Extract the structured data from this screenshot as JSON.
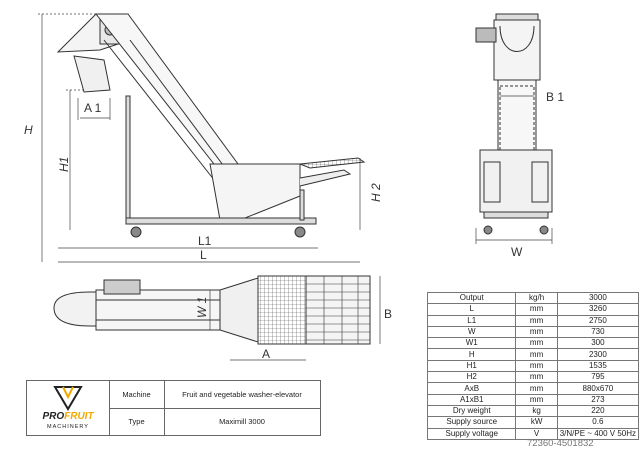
{
  "dimension_labels": {
    "H": "H",
    "H1": "H1",
    "A1": "A 1",
    "L1": "L1",
    "L": "L",
    "B1": "B 1",
    "H2": "H 2",
    "W": "W",
    "W1": "W 1",
    "A": "A",
    "B": "B"
  },
  "specs": {
    "rows": [
      {
        "param": "Output",
        "unit": "kg/h",
        "value": "3000"
      },
      {
        "param": "L",
        "unit": "mm",
        "value": "3260"
      },
      {
        "param": "L1",
        "unit": "mm",
        "value": "2750"
      },
      {
        "param": "W",
        "unit": "mm",
        "value": "730"
      },
      {
        "param": "W1",
        "unit": "mm",
        "value": "300"
      },
      {
        "param": "H",
        "unit": "mm",
        "value": "2300"
      },
      {
        "param": "H1",
        "unit": "mm",
        "value": "1535"
      },
      {
        "param": "H2",
        "unit": "mm",
        "value": "795"
      },
      {
        "param": "AxB",
        "unit": "mm",
        "value": "880x670"
      },
      {
        "param": "A1xB1",
        "unit": "mm",
        "value": "273"
      },
      {
        "param": "Dry weight",
        "unit": "kg",
        "value": "220"
      },
      {
        "param": "Supply source",
        "unit": "kW",
        "value": "0.6"
      },
      {
        "param": "Supply voltage",
        "unit": "V",
        "value": "3/N/PE ~ 400 V 50Hz"
      }
    ]
  },
  "title_block": {
    "logo_brand_1": "PRO",
    "logo_brand_2": "FRUIT",
    "logo_sub": "MACHINERY",
    "machine_label": "Machine",
    "machine_value": "Fruit and vegetable washer-elevator",
    "type_label": "Type",
    "type_value": "Maximill 3000"
  },
  "watermark": "72360-4501832",
  "colors": {
    "line": "#333333",
    "accent": "#f2a900"
  }
}
